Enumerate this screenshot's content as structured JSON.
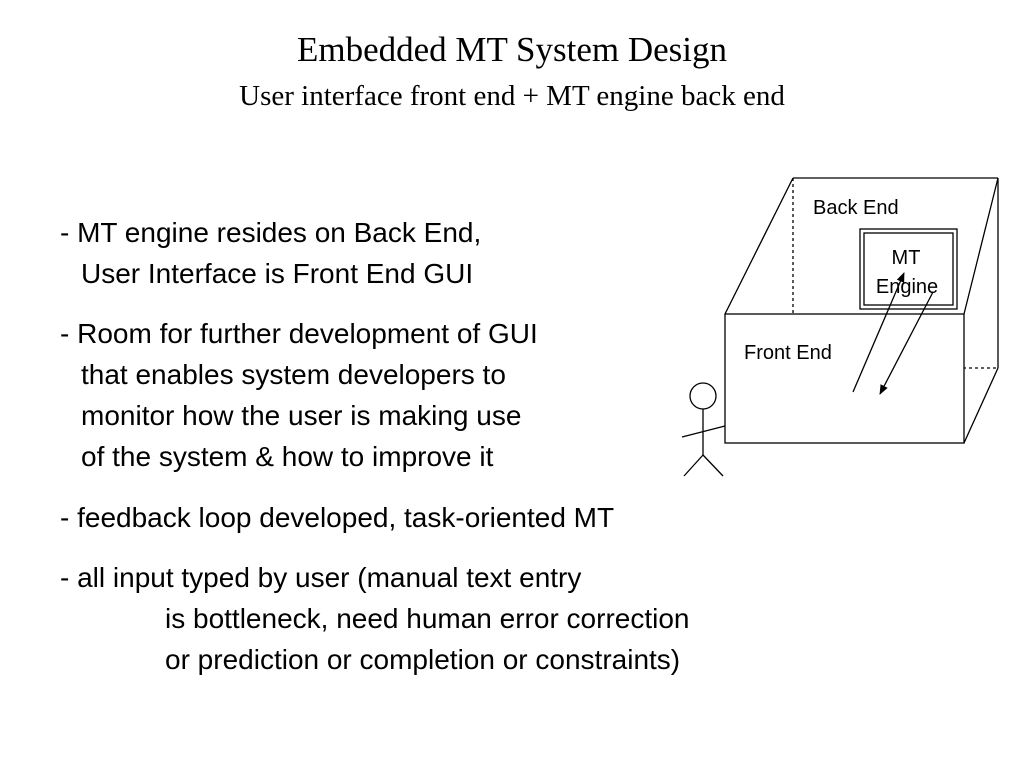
{
  "slide": {
    "title": "Embedded MT System Design",
    "subtitle": "User interface front end + MT engine back end"
  },
  "bullets": [
    {
      "lines": [
        "- MT engine resides on Back End,",
        "User Interface is Front End GUI"
      ]
    },
    {
      "lines": [
        "- Room for further development of GUI",
        "that enables system developers to",
        "monitor how the user is making use",
        "of the system & how to improve it"
      ]
    },
    {
      "lines": [
        "- feedback loop developed, task-oriented MT"
      ]
    },
    {
      "lines": [
        "- all input typed by user (manual text entry",
        "is bottleneck, need human error correction",
        "or prediction or completion or constraints)"
      ]
    }
  ],
  "diagram": {
    "back_end_label": "Back End",
    "front_end_label": "Front End",
    "engine_label_line1": "MT",
    "engine_label_line2": "Engine"
  }
}
